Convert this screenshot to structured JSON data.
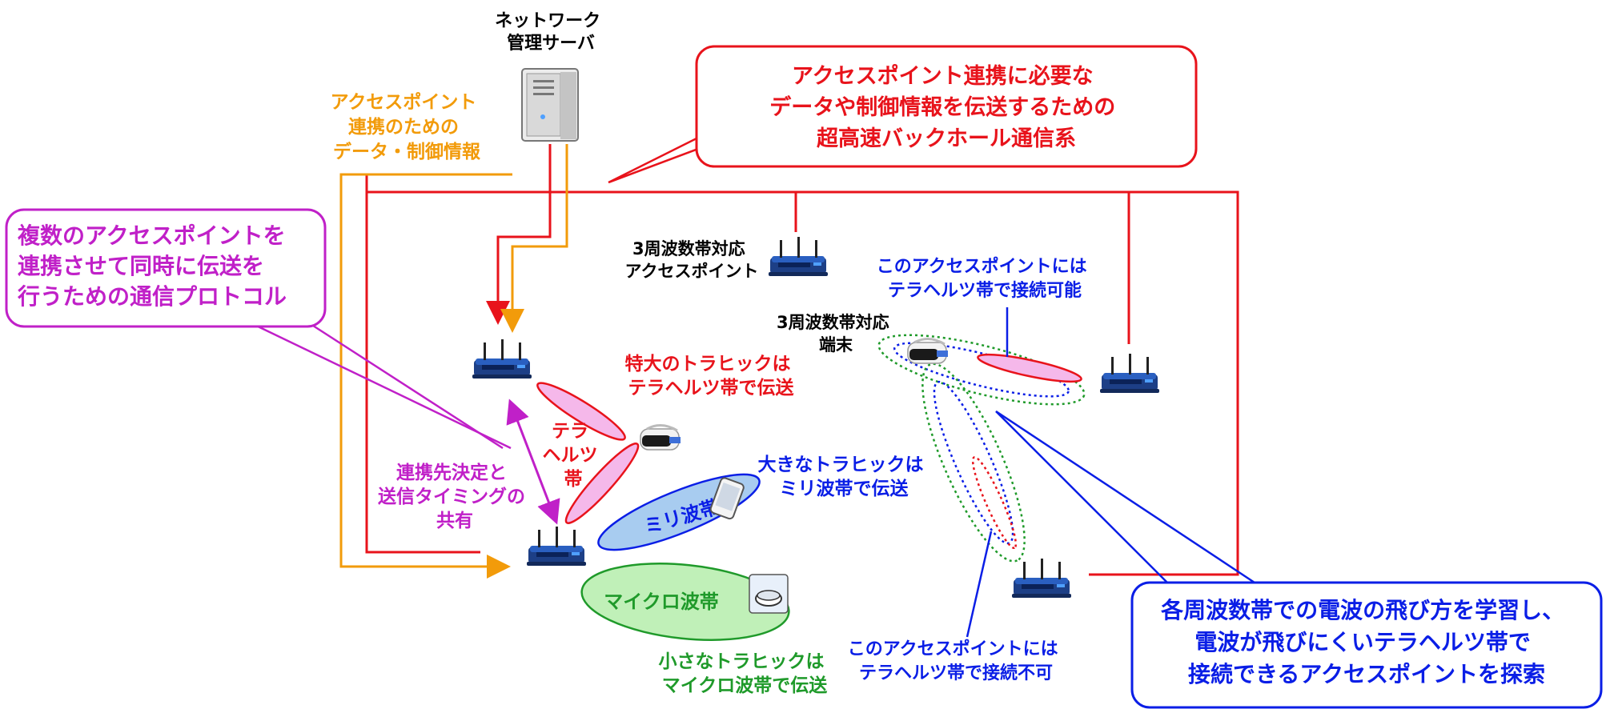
{
  "server": {
    "label_line1": "ネットワーク",
    "label_line2": "管理サーバ"
  },
  "callouts": {
    "backhaul": [
      "アクセスポイント連携に必要な",
      "データや制御情報を伝送するための",
      "超高速バックホール通信系"
    ],
    "protocol": [
      "複数のアクセスポイントを",
      "連携させて同時に伝送を",
      "行うための通信プロトコル"
    ],
    "search": [
      "各周波数帯での電波の飛び方を学習し、",
      "電波が飛びにくいテラヘルツ帯で",
      "接続できるアクセスポイントを探索"
    ]
  },
  "labels": {
    "coop_data": [
      "アクセスポイント",
      "連携のための",
      "データ・制御情報"
    ],
    "ap3_label": [
      "3周波数帯対応",
      "アクセスポイント"
    ],
    "term3_label": [
      "3周波数帯対応",
      "端末"
    ],
    "thz_ok": [
      "このアクセスポイントには",
      "テラヘルツ帯で接続可能"
    ],
    "thz_ng": [
      "このアクセスポイントには",
      "テラヘルツ帯で接続不可"
    ],
    "big_traffic": [
      "特大のトラヒックは",
      "テラヘルツ帯で伝送"
    ],
    "mid_traffic": [
      "大きなトラヒックは",
      "ミリ波帯で伝送"
    ],
    "small_traffic": [
      "小さなトラヒックは",
      "マイクロ波帯で伝送"
    ],
    "thz_band": [
      "テラ",
      "ヘルツ",
      "帯"
    ],
    "coord_share": [
      "連携先決定と",
      "送信タイミングの",
      "共有"
    ],
    "mmwave_band": "ミリ波帯",
    "micro_band": "マイクロ波帯"
  },
  "colors": {
    "red": "#e8131b",
    "orange": "#f29b0a",
    "purple": "#c020c8",
    "blue": "#0a1ee6",
    "green": "#1f9a2a",
    "mmwave_fill": "#a8ccf0",
    "micro_fill": "#c0f0b8",
    "thz_fill": "#f5b8ea"
  },
  "icons": {
    "server": "server-icon",
    "router": "wireless-router-icon",
    "vr_headset": "vr-headset-icon",
    "smartphone": "smartphone-icon",
    "smart_speaker": "smart-speaker-icon"
  }
}
